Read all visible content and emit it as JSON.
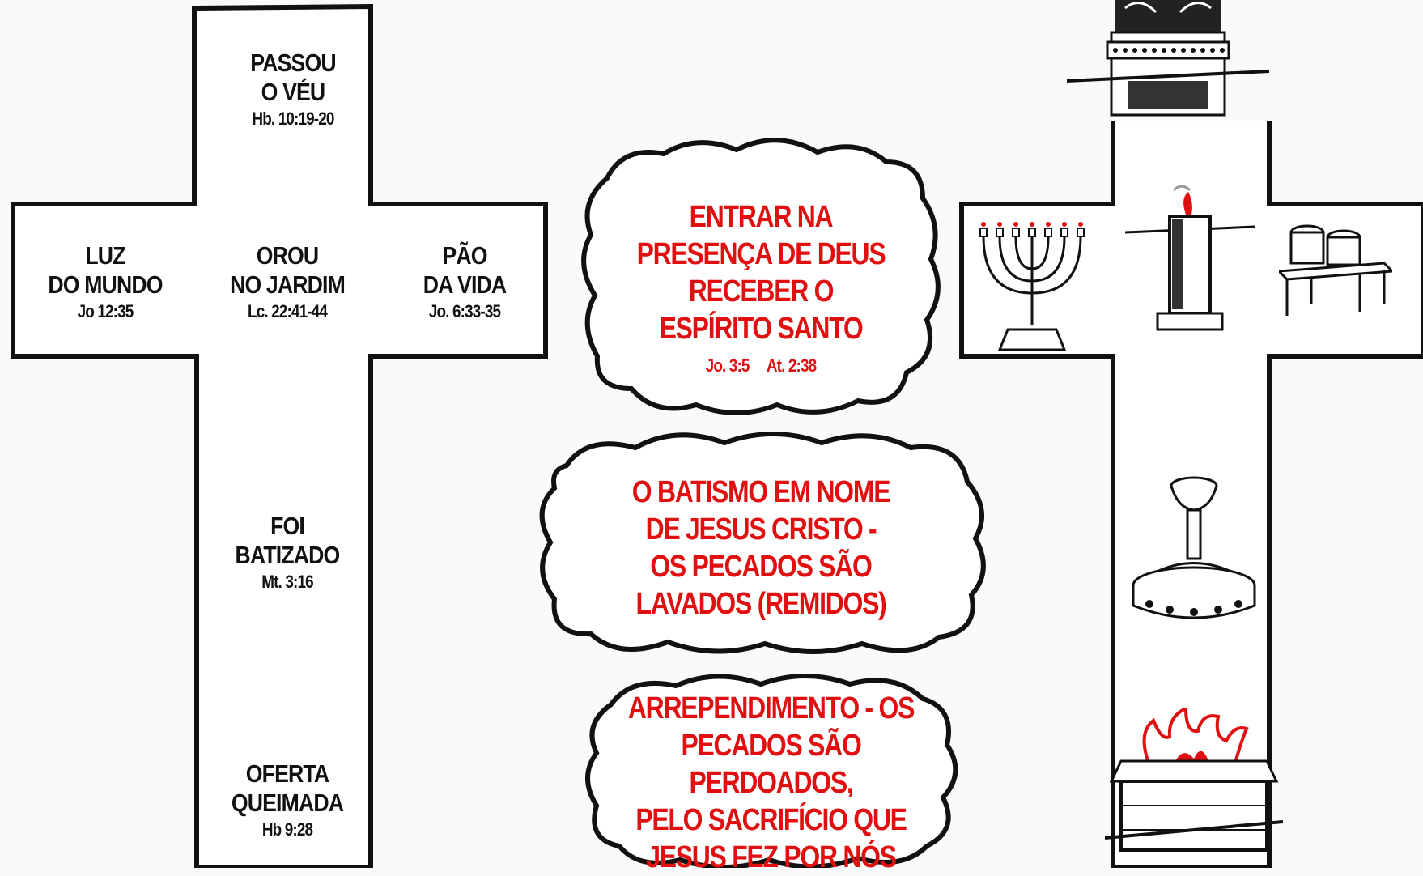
{
  "left_cross": {
    "top": {
      "title": "PASSOU\nO VÉU",
      "ref": "Hb. 10:19-20"
    },
    "left": {
      "title": "LUZ\nDO MUNDO",
      "ref": "Jo 12:35"
    },
    "center": {
      "title": "OROU\nNO JARDIM",
      "ref": "Lc. 22:41-44"
    },
    "right": {
      "title": "PÃO\nDA VIDA",
      "ref": "Jo. 6:33-35"
    },
    "middle": {
      "title": "FOI\nBATIZADO",
      "ref": "Mt. 3:16"
    },
    "bottom": {
      "title": "OFERTA\nQUEIMADA",
      "ref": "Hb 9:28"
    }
  },
  "clouds": [
    {
      "text": "ENTRAR NA\nPRESENÇA DE DEUS\nRECEBER O\nESPÍRITO SANTO",
      "refs": "Jo. 3:5     At. 2:38"
    },
    {
      "text": "O BATISMO EM NOME\nDE JESUS CRISTO -\nOS PECADOS SÃO\nLAVADOS (REMIDOS)"
    },
    {
      "text": "ARREPENDIMENTO - OS\nPECADOS SÃO PERDOADOS,\nPELO SACRIFÍCIO QUE\nJESUS FEZ POR NÓS"
    }
  ],
  "right_cross_icons": [
    "ark-of-covenant-icon",
    "menorah-icon",
    "altar-of-incense-icon",
    "showbread-table-icon",
    "laver-icon",
    "brazen-altar-icon"
  ],
  "colors": {
    "accent": "#e01010",
    "outline": "#111111"
  }
}
